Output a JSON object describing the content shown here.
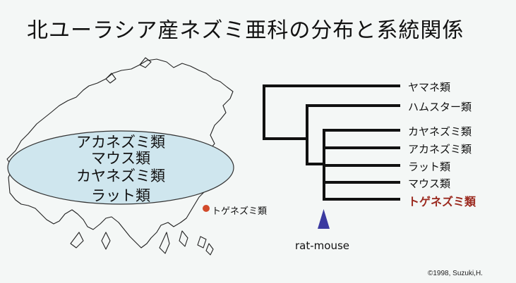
{
  "title": "北ユーラシア産ネズミ亜科の分布と系統関係",
  "ellipse": {
    "lines": [
      "アカネズミ類",
      "マウス類",
      "カヤネズミ類",
      "ラット類"
    ],
    "fill": "#cfe6ee"
  },
  "map": {
    "togenezumi_marker_label": "トゲネズミ類",
    "marker_color": "#d24a2a"
  },
  "tree": {
    "leaves": [
      "ヤマネ類",
      "ハムスター類",
      "カヤネズミ類",
      "アカネズミ類",
      "ラット類",
      "マウス類",
      "トゲネズミ類"
    ],
    "highlight_leaf": "トゲネズミ類",
    "highlight_color": "#9b2a1f",
    "clade_marker_label": "rat-mouse",
    "clade_marker_color": "#3b3aa0"
  },
  "copyright": "©1998, Suzuki,H."
}
